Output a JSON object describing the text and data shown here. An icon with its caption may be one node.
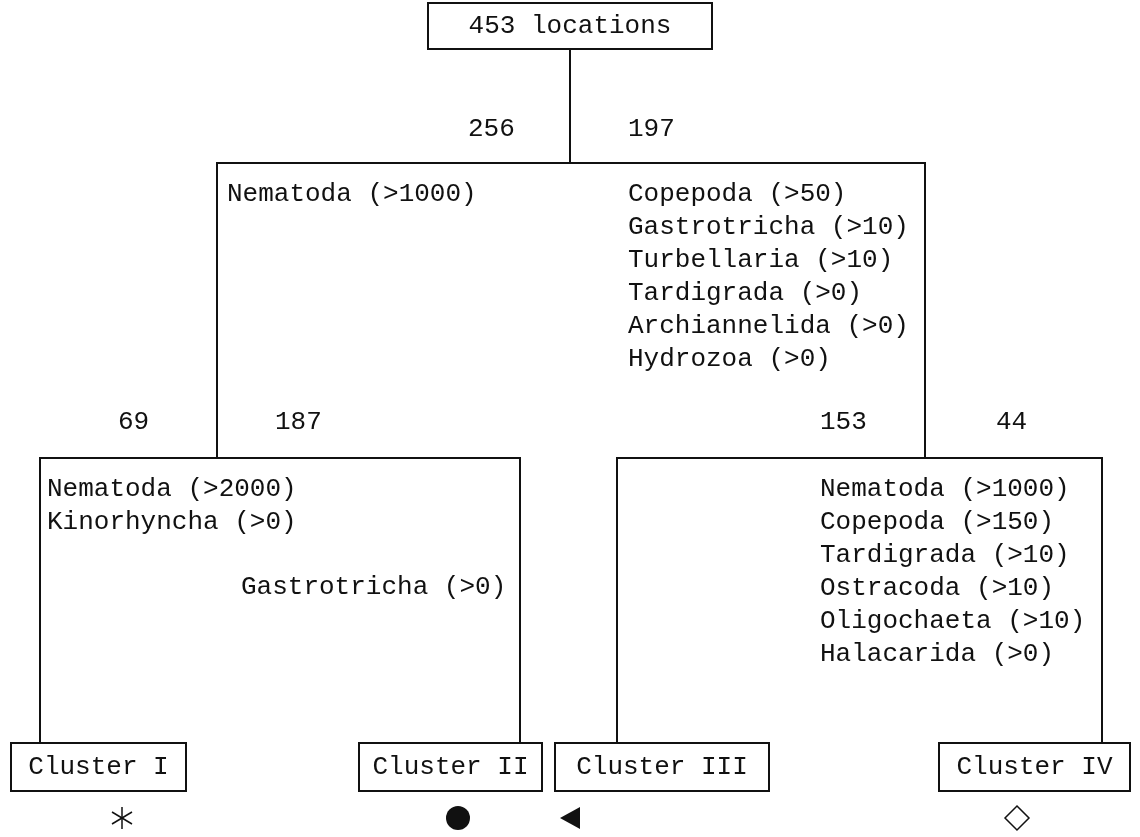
{
  "diagram": {
    "nodes": [
      {
        "text": [
          "453 locations"
        ]
      },
      {
        "text": [
          "Cluster I"
        ]
      },
      {
        "text": [
          "Cluster II"
        ]
      },
      {
        "text": [
          "Cluster III"
        ]
      },
      {
        "text": [
          "Cluster IV"
        ]
      }
    ],
    "edges": [
      {
        "from": 0,
        "to": 1,
        "arrow": "none"
      },
      {
        "from": 0,
        "to": 2,
        "arrow": "none"
      },
      {
        "from": 0,
        "to": 3,
        "arrow": "none"
      },
      {
        "from": 0,
        "to": 4,
        "arrow": "none"
      }
    ],
    "labels": [
      "256",
      "197",
      "Nematoda (>1000)",
      "Copepoda (>50)",
      "Gastrotricha (>10)",
      "Turbellaria (>10)",
      "Tardigrada (>0)",
      "Archiannelida (>0)",
      "Hydrozoa (>0)",
      "69",
      "187",
      "153",
      "44",
      "Nematoda (>2000)",
      "Nematoda (>1000)",
      "Kinorhyncha (>0)",
      "Copepoda (>150)",
      "Tardigrada (>10)",
      "Gastrotricha (>0)",
      "Ostracoda (>10)",
      "Oligochaeta (>10)",
      "Halacarida (>0)"
    ]
  }
}
